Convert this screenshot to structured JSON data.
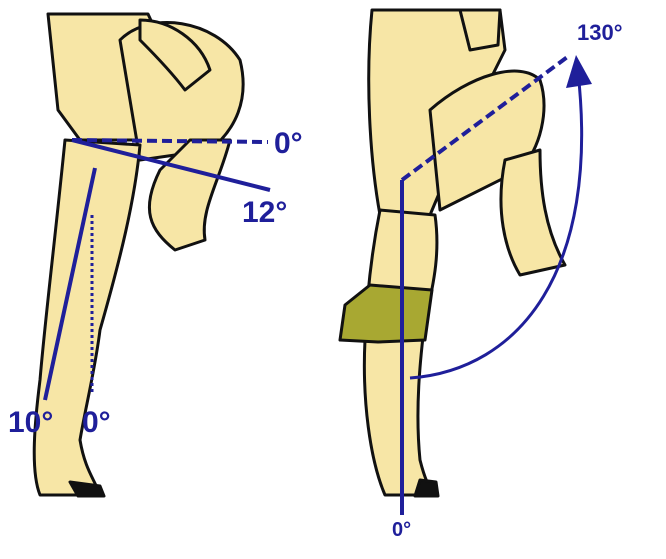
{
  "colors": {
    "skin": "#f7e6a6",
    "outline": "#111111",
    "measure": "#1f1f9a",
    "pad": "#a8a832"
  },
  "left_figure": {
    "labels": {
      "hip_horizontal": "0°",
      "hip_tilt": "12°",
      "leg_tilt": "10°",
      "leg_vertical": "0°"
    }
  },
  "right_figure": {
    "labels": {
      "flexion_max": "130°",
      "flexion_start": "0°"
    }
  }
}
